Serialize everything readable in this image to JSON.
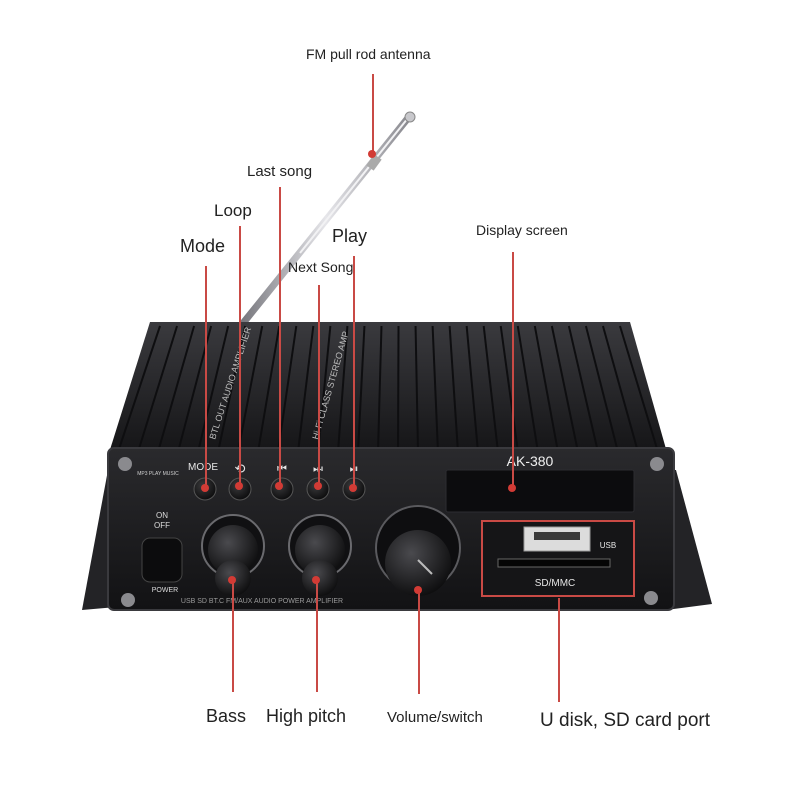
{
  "callouts": {
    "antenna": "FM pull rod antenna",
    "last_song": "Last song",
    "loop": "Loop",
    "mode": "Mode",
    "play": "Play",
    "next_song": "Next Song",
    "display_screen": "Display screen",
    "bass": "Bass",
    "high_pitch": "High pitch",
    "volume_switch": "Volume/switch",
    "port": "U disk, SD card port"
  },
  "panel": {
    "model": "AK-380",
    "mode_button": "MODE",
    "loop_symbol": "⟲",
    "prev_symbol": "⏮",
    "next_symbol": "⏭",
    "play_symbol": "⏯",
    "on_label": "ON",
    "off_label": "OFF",
    "power_label": "POWER",
    "usb_label": "USB",
    "sd_label": "SD/MMC",
    "footer_text": "USB SD BT.C FM/AUX AUDIO POWER AMPLIFIER",
    "top_text_1": "BTL OUT AUDIO AMPLIFIER",
    "top_text_2": "Hi-Fi CLASS STEREO AMP",
    "mp3_badge": "MP3 PLAY MUSIC"
  },
  "colors": {
    "callout_line": "#c94a45",
    "callout_dot": "#d23b35",
    "body": "#1b1b1d",
    "accent_led": "#d94233"
  }
}
